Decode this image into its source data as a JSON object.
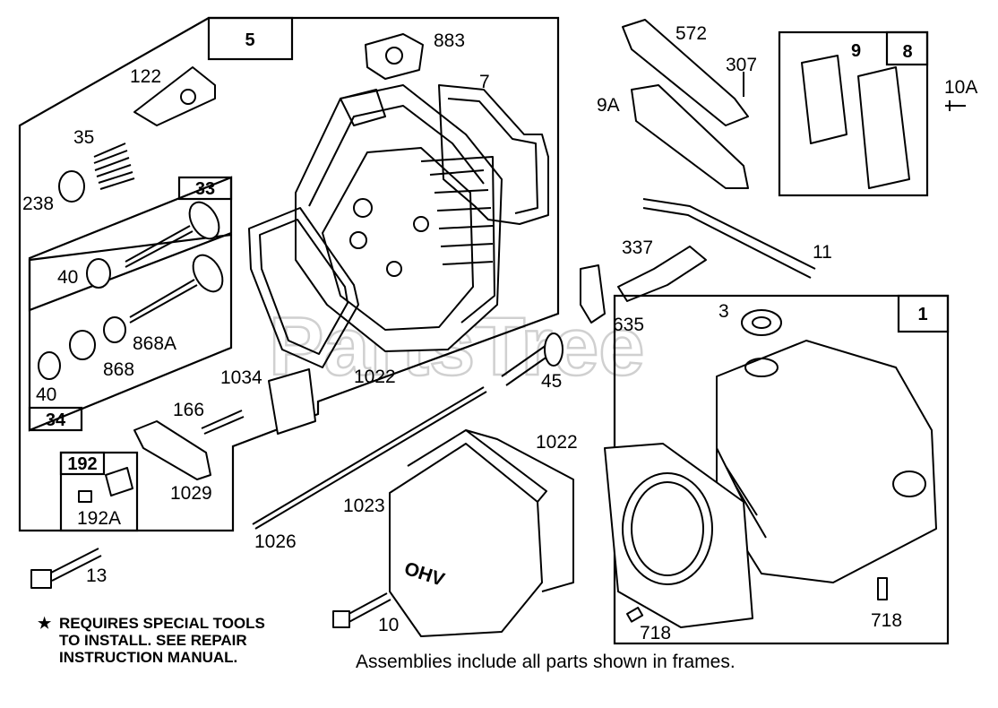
{
  "watermark": "PartsTree",
  "frame_labels": [
    "5",
    "33",
    "34",
    "192",
    "9",
    "8",
    "1"
  ],
  "part_labels": [
    "883",
    "7",
    "122",
    "35",
    "238",
    "40",
    "868A",
    "868",
    "40",
    "1034",
    "1022",
    "166",
    "1029",
    "192A",
    "13",
    "1026",
    "1023",
    "1022",
    "10",
    "572",
    "307",
    "9A",
    "10A",
    "337",
    "11",
    "635",
    "45",
    "3",
    "718",
    "718"
  ],
  "note": {
    "star": "★",
    "lines": [
      "REQUIRES SPECIAL TOOLS",
      "TO INSTALL.  SEE REPAIR",
      "INSTRUCTION MANUAL."
    ]
  },
  "footer": "Assemblies include all parts shown in frames."
}
